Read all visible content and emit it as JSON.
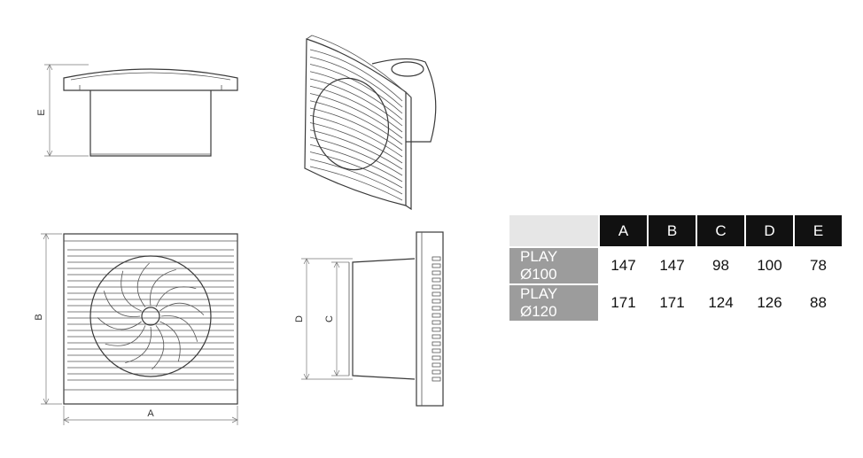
{
  "dimension_labels": {
    "a": "A",
    "b": "B",
    "c": "C",
    "d": "D",
    "e": "E"
  },
  "table": {
    "headers": [
      "A",
      "B",
      "C",
      "D",
      "E"
    ],
    "rows": [
      {
        "label": "PLAY Ø100",
        "values": [
          "147",
          "147",
          "98",
          "100",
          "78"
        ]
      },
      {
        "label": "PLAY Ø120",
        "values": [
          "171",
          "171",
          "124",
          "126",
          "88"
        ]
      }
    ]
  },
  "colors": {
    "header_bg": "#111111",
    "rowhead_bg": "#9c9c9c",
    "corner_bg": "#e6e6e6",
    "line": "#3a3a3a"
  }
}
